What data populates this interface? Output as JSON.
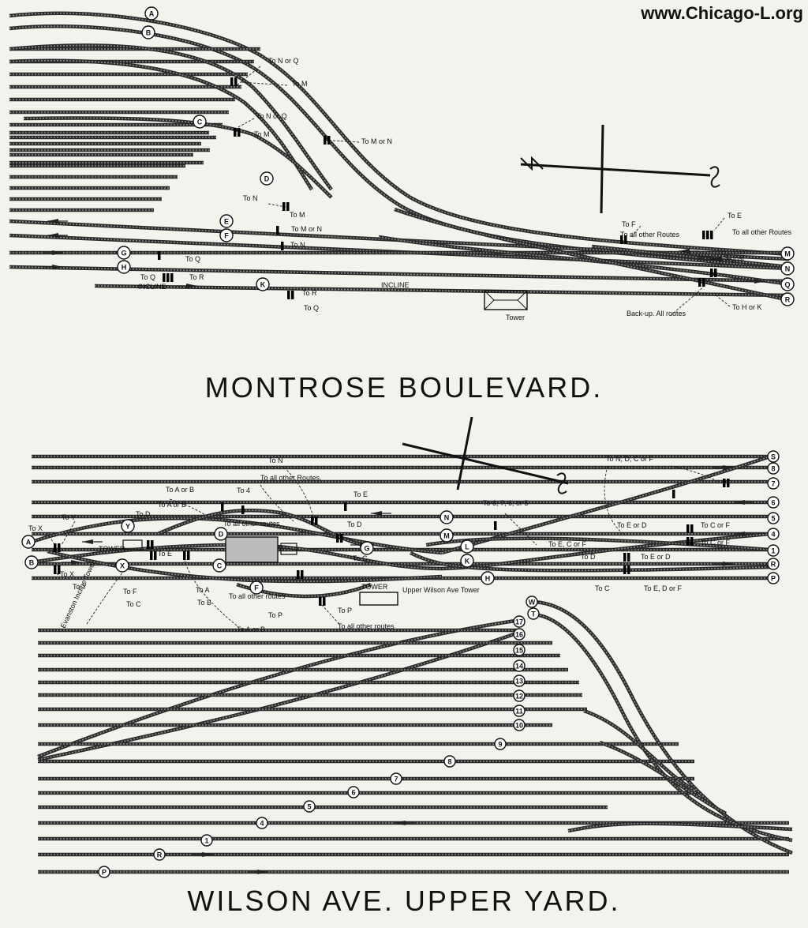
{
  "watermark": "www.Chicago-L.org",
  "titles": {
    "top": "MONTROSE   BOULEVARD.",
    "bottom": "WILSON AVE.    UPPER YARD."
  },
  "montrose": {
    "circles": [
      "A",
      "B",
      "C",
      "D",
      "E",
      "F",
      "G",
      "H",
      "K",
      "M",
      "N",
      "Q",
      "R"
    ],
    "labels": [
      "To N or Q",
      "To M",
      "To N or Q",
      "To M",
      "To M or N",
      "To N",
      "To M",
      "To M or N",
      "To N",
      "To Q",
      "To Q",
      "To R",
      "To R",
      "To Q",
      "INCLINE",
      "INCLINE",
      "To F",
      "To all other Routes",
      "To E",
      "To all other Routes",
      "Holding Signal",
      "Back-up. All routes",
      "To H or K",
      "Tower"
    ]
  },
  "wilson": {
    "circles": [
      "A",
      "B",
      "Y",
      "X",
      "D",
      "C",
      "F",
      "N",
      "M",
      "L",
      "K",
      "H",
      "G",
      "S",
      "8",
      "7",
      "6",
      "5",
      "4",
      "1",
      "R",
      "P",
      "W",
      "T",
      "17",
      "16",
      "15",
      "14",
      "13",
      "12",
      "11",
      "10",
      "9",
      "8",
      "7",
      "6",
      "5",
      "4",
      "1",
      "R",
      "P"
    ],
    "labels": [
      "To X",
      "To Y",
      "To X",
      "To Y",
      "TOWER",
      "Evanston Incline Tower.",
      "To D",
      "To A or B",
      "To A or B",
      "To 4",
      "To all other Routes.",
      "To N",
      "To all other routes",
      "To E",
      "To D",
      "To C",
      "To E",
      "To F",
      "To C",
      "To A",
      "To B",
      "To all other routes",
      "To P",
      "To A or B",
      "To P",
      "To all other routes",
      "TOWER",
      "Upper Wilson Ave Tower",
      "To 8, 7, 6, or 5",
      "To N, D, C or F",
      "To E or D",
      "To C or F",
      "To E, C or F",
      "To C or F",
      "To D",
      "To E or D",
      "To C",
      "To E, D or F"
    ]
  }
}
